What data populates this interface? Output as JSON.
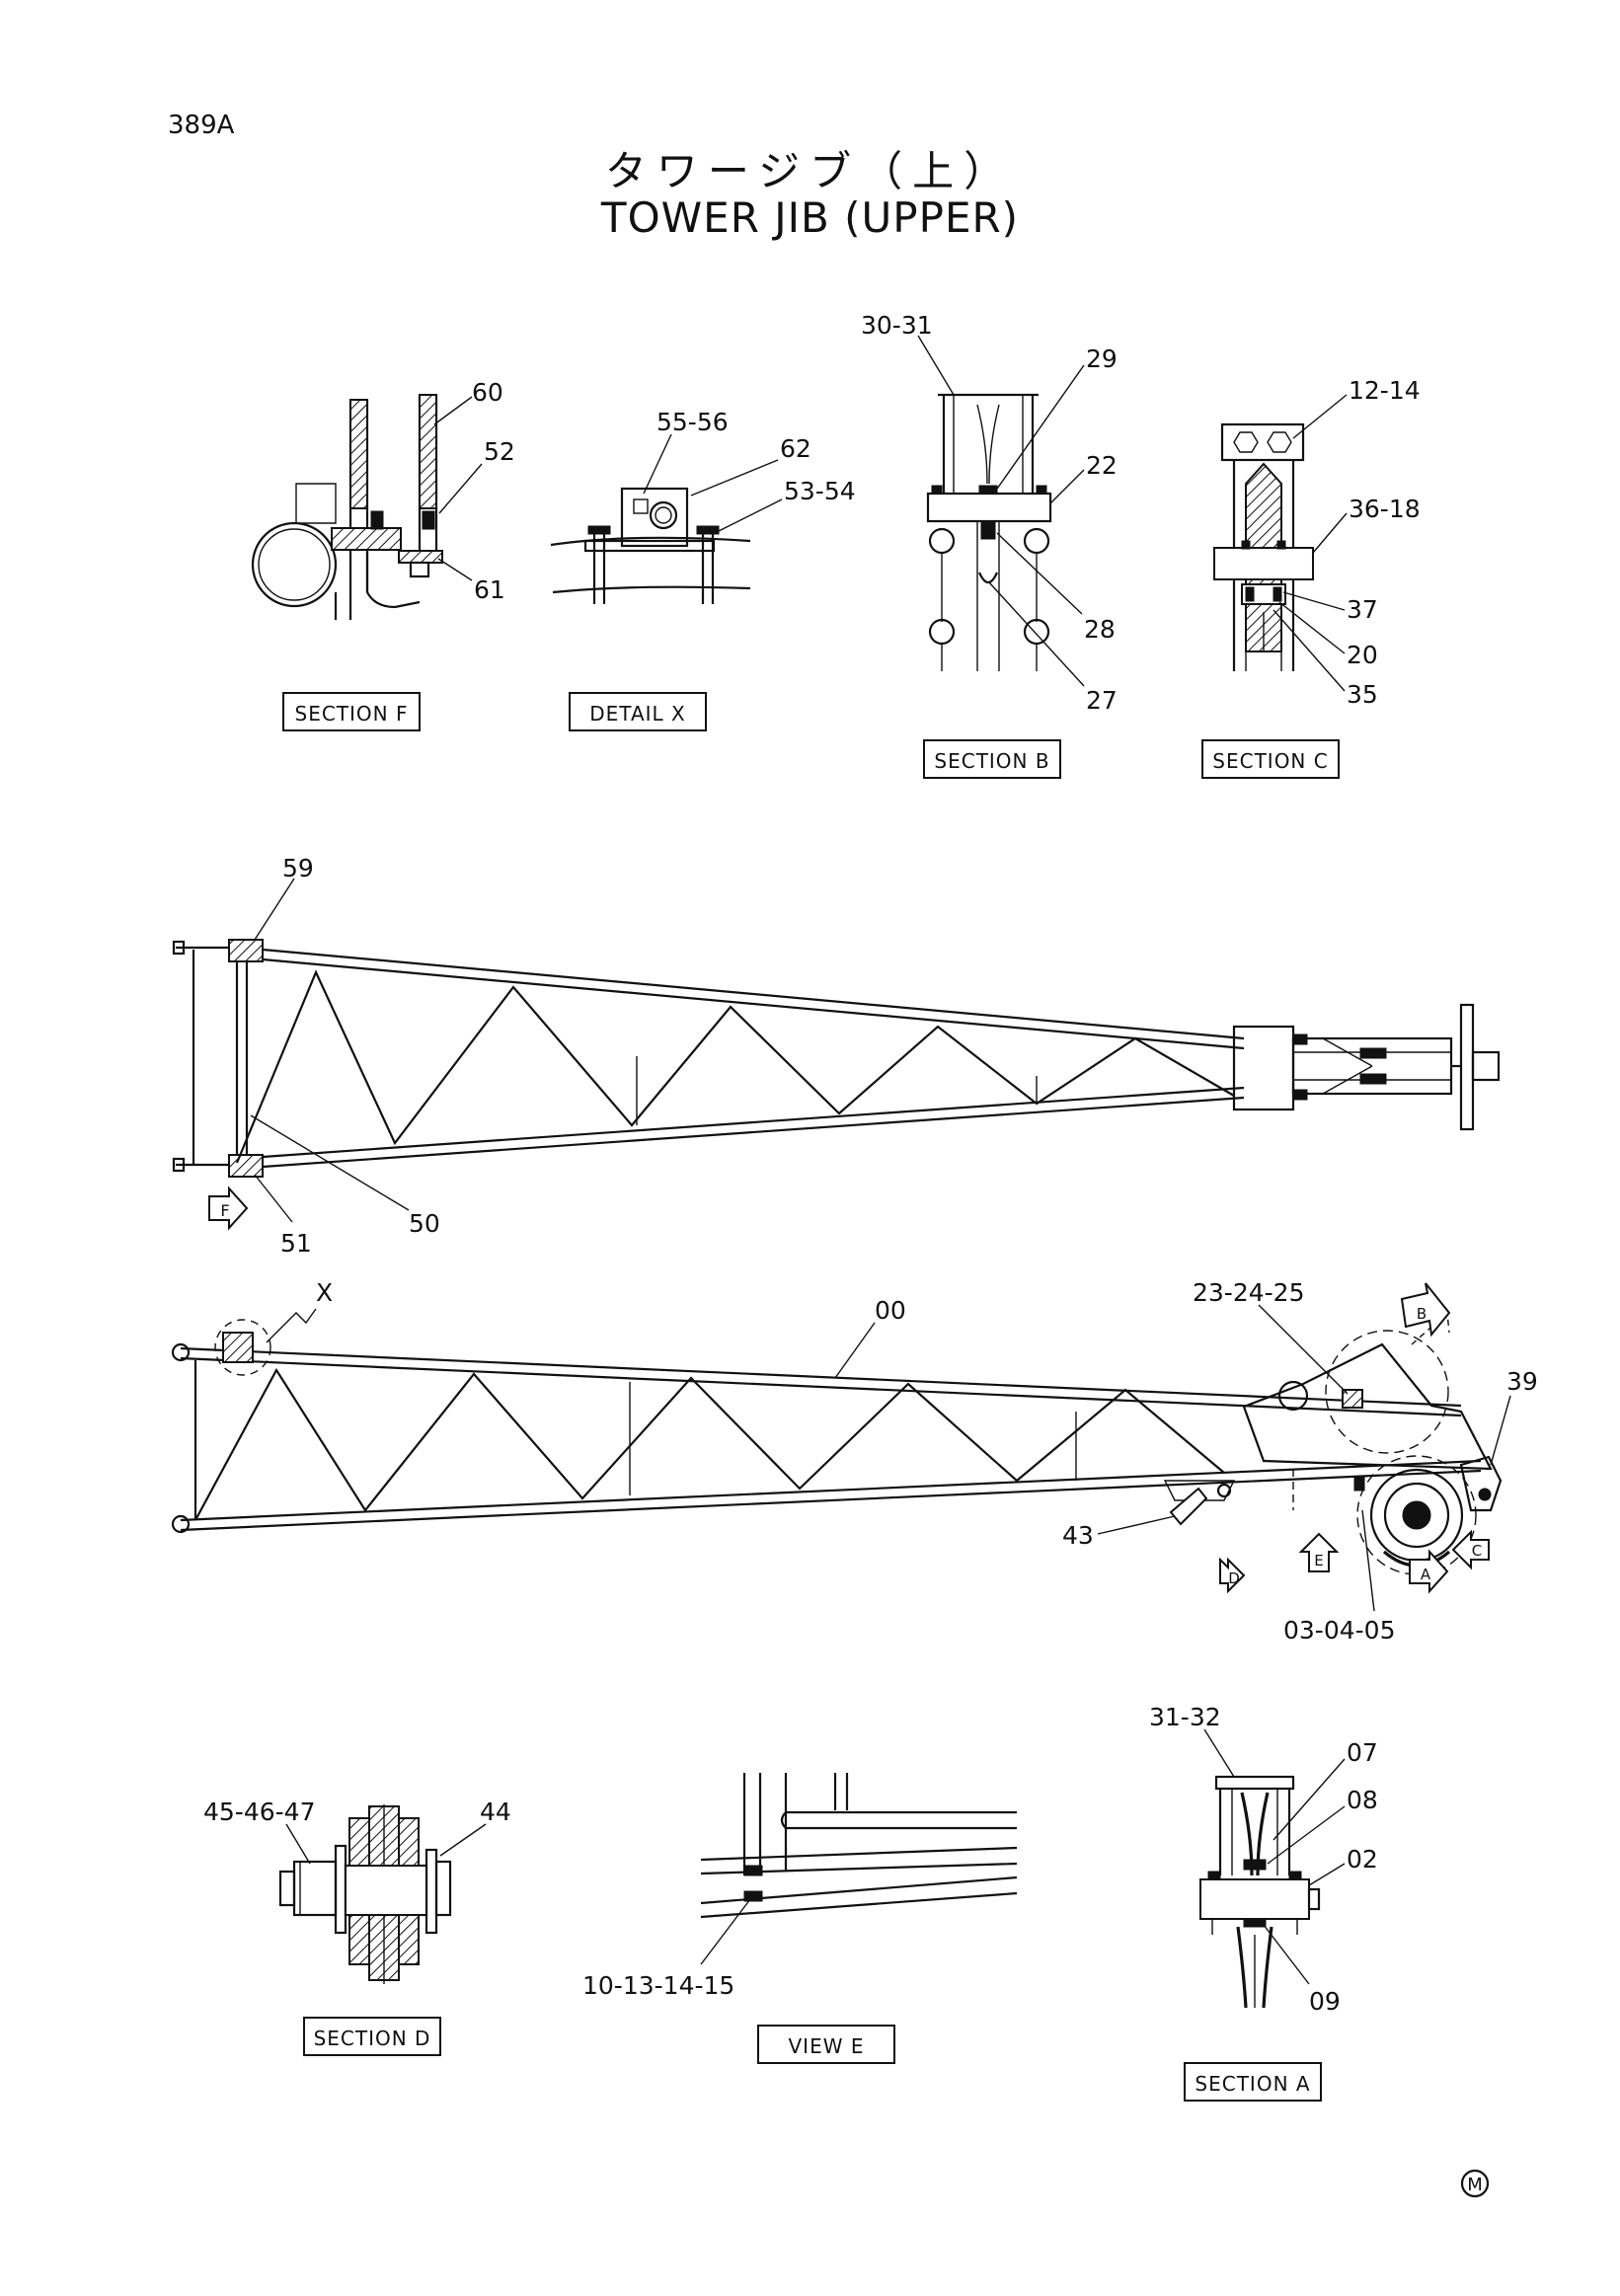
{
  "header": {
    "page_number": "389A",
    "title_jp": "タワージブ（上）",
    "title_en": "TOWER JIB (UPPER)"
  },
  "captions": {
    "section_f": "SECTION F",
    "detail_x": "DETAIL X",
    "section_b": "SECTION B",
    "section_c": "SECTION C",
    "section_d": "SECTION D",
    "view_e": "VIEW E",
    "section_a": "SECTION A"
  },
  "callouts": {
    "section_f": [
      "60",
      "52",
      "61"
    ],
    "detail_x": [
      "55-56",
      "62",
      "53-54"
    ],
    "section_b": [
      "30-31",
      "29",
      "22",
      "28",
      "27"
    ],
    "section_c": [
      "12-14",
      "36-18",
      "37",
      "20",
      "35"
    ],
    "top_view": [
      "59",
      "51",
      "50"
    ],
    "side_view": [
      "X",
      "00",
      "23-24-25",
      "39",
      "43",
      "03-04-05"
    ],
    "section_d": [
      "45-46-47",
      "44"
    ],
    "view_e": [
      "10-13-14-15"
    ],
    "section_a": [
      "31-32",
      "07",
      "08",
      "02",
      "09"
    ]
  },
  "view_markers": [
    "F",
    "B",
    "E",
    "D",
    "A",
    "C"
  ],
  "footer": {
    "mark": "M"
  }
}
